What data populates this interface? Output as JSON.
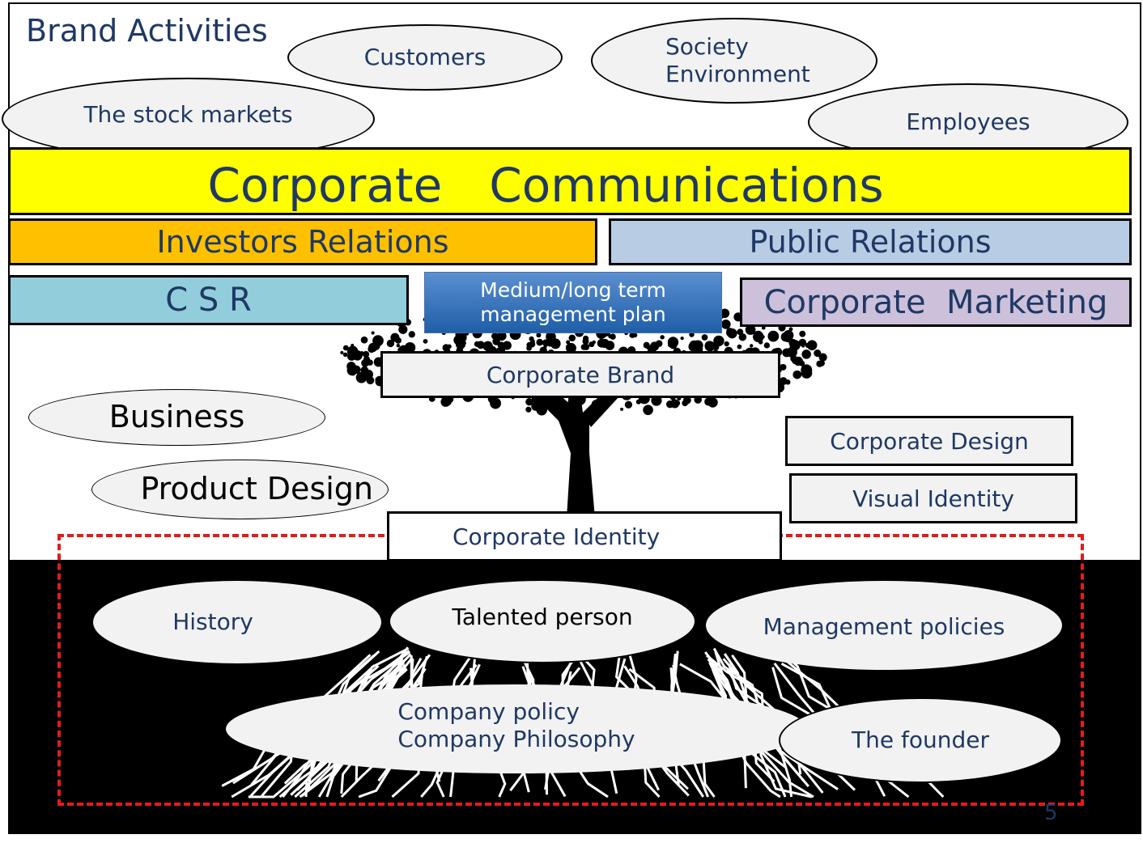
{
  "title": "Brand Activities",
  "stakeholders": {
    "customers": "Customers",
    "society": "Society\nEnvironment",
    "stock_markets": "The stock markets",
    "employees": "Employees"
  },
  "bars": {
    "corporate_communications": "Corporate　Communications",
    "investors_relations": "Investors Relations",
    "public_relations": "Public Relations",
    "csr": "C S R",
    "mid_long_plan": "Medium/long term\nmanagement plan",
    "corporate_marketing": "Corporate  Marketing"
  },
  "boxes": {
    "corporate_brand": "Corporate Brand",
    "corporate_design": "Corporate Design",
    "visual_identity": "Visual Identity",
    "corporate_identity": "Corporate Identity"
  },
  "side": {
    "business": "Business",
    "product_design": "Product Design"
  },
  "roots": {
    "history": "History",
    "talented_person": "Talented person",
    "management_policies": "Management policies",
    "company_policy": "Company policy\nCompany Philosophy",
    "founder": "The founder"
  },
  "page_number": "5",
  "colors": {
    "text": "#1f3864",
    "communications": "#ffff00",
    "investors": "#ffc000",
    "public_relations": "#b8cce4",
    "csr": "#92cddc",
    "plan_top": "#4f81bd",
    "plan_bottom": "#1f5ea8",
    "marketing": "#ccc0da",
    "oval_fill": "#f2f2f2",
    "dash": "#e31b1b"
  }
}
